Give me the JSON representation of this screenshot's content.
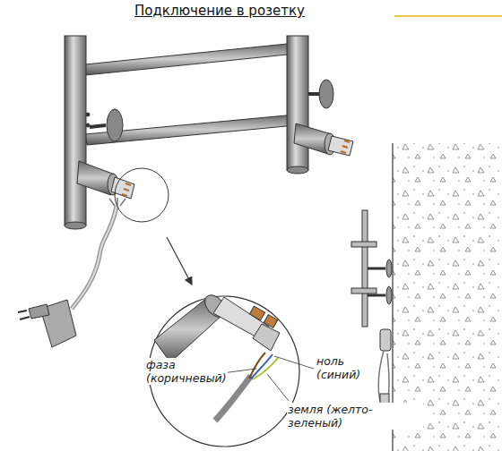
{
  "diagram": {
    "title": "Подключение в розетку",
    "labels": [
      "фаза (коричневый)",
      "ноль (синий)",
      "земля (желто-зеленый)"
    ]
  }
}
